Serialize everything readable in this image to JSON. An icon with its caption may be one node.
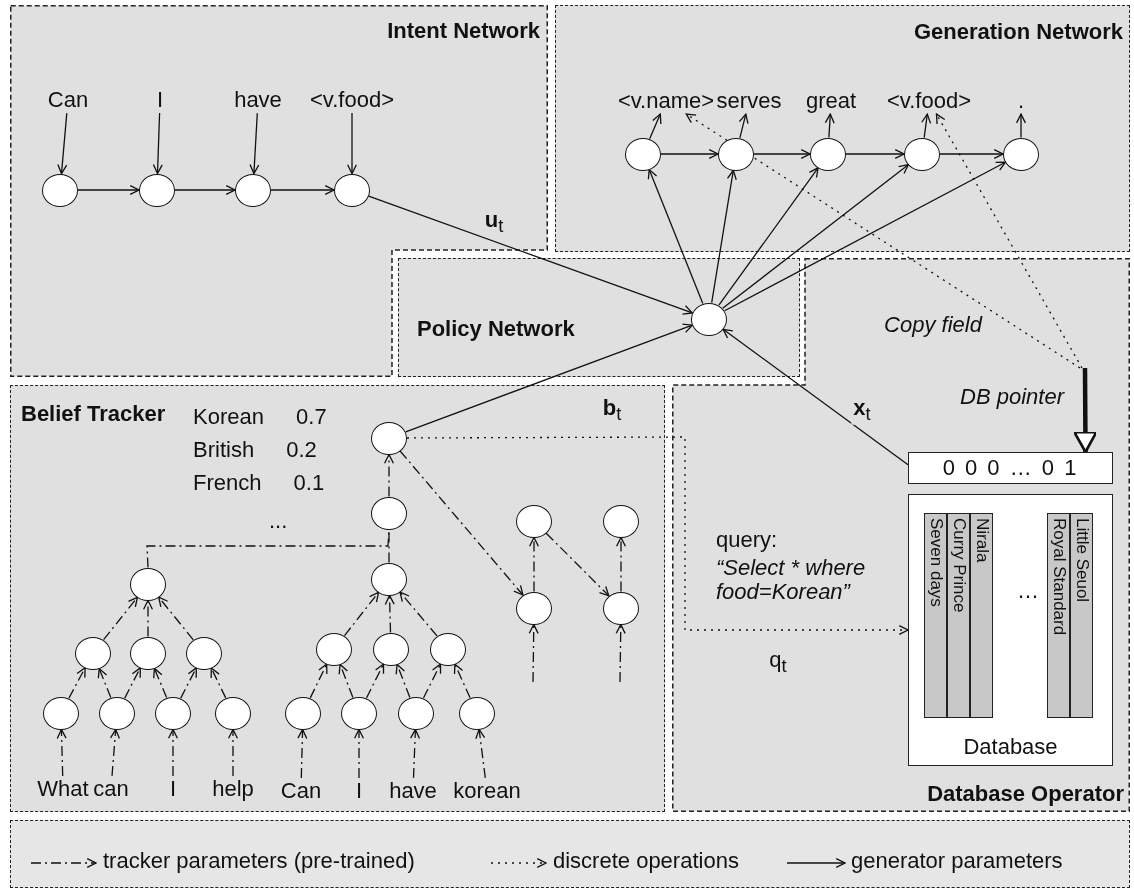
{
  "diagram": {
    "nodes": [
      {
        "text": [
          "Intent Network"
        ]
      },
      {
        "text": [
          "Can"
        ],
        "in": 0
      },
      {
        "text": [
          "I"
        ],
        "in": 0
      },
      {
        "text": [
          "have"
        ],
        "in": 0
      },
      {
        "text": [
          "<v.food>"
        ],
        "in": 0
      },
      {
        "text": [],
        "shape": "circle",
        "in": 0
      },
      {
        "text": [],
        "shape": "circle",
        "in": 0
      },
      {
        "text": [],
        "shape": "circle",
        "in": 0
      },
      {
        "text": [],
        "shape": "circle",
        "in": 0
      },
      {
        "text": [
          "Generation Network"
        ]
      },
      {
        "text": [
          "<v.name>"
        ],
        "in": 9
      },
      {
        "text": [
          "serves"
        ],
        "in": 9
      },
      {
        "text": [
          "great"
        ],
        "in": 9
      },
      {
        "text": [
          "<v.food>"
        ],
        "in": 9
      },
      {
        "text": [
          "."
        ],
        "in": 9
      },
      {
        "text": [],
        "shape": "circle",
        "in": 9
      },
      {
        "text": [],
        "shape": "circle",
        "in": 9
      },
      {
        "text": [],
        "shape": "circle",
        "in": 9
      },
      {
        "text": [],
        "shape": "circle",
        "in": 9
      },
      {
        "text": [],
        "shape": "circle",
        "in": 9
      },
      {
        "text": [
          "Policy Network"
        ]
      },
      {
        "text": [],
        "shape": "circle",
        "in": 20
      },
      {
        "text": [
          "Belief Tracker"
        ]
      },
      {
        "text": [],
        "shape": "circle",
        "in": 22,
        "beside": [
          "Korean 0.7",
          "British 0.2",
          "French 0.1",
          "..."
        ]
      },
      {
        "text": [],
        "shape": "circle",
        "in": 22
      },
      {
        "text": [],
        "shape": "circle",
        "in": 22
      },
      {
        "text": [],
        "shape": "circle",
        "in": 22
      },
      {
        "text": [],
        "shape": "circle",
        "in": 22
      },
      {
        "text": [],
        "shape": "circle",
        "in": 22
      },
      {
        "text": [],
        "shape": "circle",
        "in": 22
      },
      {
        "text": [],
        "shape": "circle",
        "in": 22
      },
      {
        "text": [],
        "shape": "circle",
        "in": 22
      },
      {
        "text": [],
        "shape": "circle",
        "in": 22
      },
      {
        "text": [],
        "shape": "circle",
        "in": 22
      },
      {
        "text": [
          "What"
        ],
        "in": 22
      },
      {
        "text": [
          "can"
        ],
        "in": 22
      },
      {
        "text": [
          "I"
        ],
        "in": 22
      },
      {
        "text": [
          "help"
        ],
        "in": 22
      },
      {
        "text": [],
        "shape": "circle",
        "in": 22
      },
      {
        "text": [],
        "shape": "circle",
        "in": 22
      },
      {
        "text": [],
        "shape": "circle",
        "in": 22
      },
      {
        "text": [],
        "shape": "circle",
        "in": 22
      },
      {
        "text": [],
        "shape": "circle",
        "in": 22
      },
      {
        "text": [],
        "shape": "circle",
        "in": 22
      },
      {
        "text": [],
        "shape": "circle",
        "in": 22
      },
      {
        "text": [
          "Can"
        ],
        "in": 22
      },
      {
        "text": [
          "I"
        ],
        "in": 22
      },
      {
        "text": [
          "have"
        ],
        "in": 22
      },
      {
        "text": [
          "korean"
        ],
        "in": 22
      },
      {
        "text": [],
        "shape": "circle",
        "in": 22
      },
      {
        "text": [],
        "shape": "circle",
        "in": 22
      },
      {
        "text": [],
        "shape": "circle",
        "in": 22
      },
      {
        "text": [],
        "shape": "circle",
        "in": 22
      },
      {
        "text": [
          "Database Operator"
        ]
      },
      {
        "text": [
          "0 0 0 … 0 1"
        ],
        "in": 53
      },
      {
        "text": [
          "Database"
        ],
        "in": 53
      },
      {
        "text": [
          "Seven days"
        ],
        "in": 55
      },
      {
        "text": [
          "Curry Prince"
        ],
        "in": 55
      },
      {
        "text": [
          "Nirala"
        ],
        "in": 55
      },
      {
        "text": [
          "Royal Standard"
        ],
        "in": 55
      },
      {
        "text": [
          "Little Seuol"
        ],
        "in": 55
      }
    ],
    "edges": [
      {
        "from": 1,
        "to": 5,
        "arrow": "to"
      },
      {
        "from": 2,
        "to": 6,
        "arrow": "to"
      },
      {
        "from": 3,
        "to": 7,
        "arrow": "to"
      },
      {
        "from": 4,
        "to": 8,
        "arrow": "to"
      },
      {
        "from": 5,
        "to": 6,
        "arrow": "to"
      },
      {
        "from": 6,
        "to": 7,
        "arrow": "to"
      },
      {
        "from": 7,
        "to": 8,
        "arrow": "to"
      },
      {
        "from": 8,
        "to": 21,
        "arrow": "to",
        "label": "**u**$_{t}$"
      },
      {
        "from": 21,
        "to": 15,
        "arrow": "to"
      },
      {
        "from": 21,
        "to": 16,
        "arrow": "to"
      },
      {
        "from": 21,
        "to": 17,
        "arrow": "to"
      },
      {
        "from": 21,
        "to": 18,
        "arrow": "to"
      },
      {
        "from": 21,
        "to": 19,
        "arrow": "to"
      },
      {
        "from": 15,
        "to": 16,
        "arrow": "to"
      },
      {
        "from": 16,
        "to": 17,
        "arrow": "to"
      },
      {
        "from": 17,
        "to": 18,
        "arrow": "to"
      },
      {
        "from": 18,
        "to": 19,
        "arrow": "to"
      },
      {
        "from": 15,
        "to": 10,
        "arrow": "to"
      },
      {
        "from": 16,
        "to": 11,
        "arrow": "to"
      },
      {
        "from": 17,
        "to": 12,
        "arrow": "to"
      },
      {
        "from": 18,
        "to": 13,
        "arrow": "to"
      },
      {
        "from": 19,
        "to": 14,
        "arrow": "to"
      },
      {
        "from": 23,
        "to": 21,
        "arrow": "to",
        "label": "**b**$_{t}$"
      },
      {
        "from": 54,
        "to": 21,
        "arrow": "to",
        "label": "**x**$_{t}$"
      },
      {
        "from": null,
        "to": 10,
        "arrow": "to",
        "style": "dashed",
        "label": "Copy field"
      },
      {
        "from": null,
        "to": 13,
        "arrow": "to",
        "style": "dashed"
      },
      {
        "from": null,
        "to": 54,
        "arrow": "to",
        "style": "thick",
        "label": "DB pointer"
      },
      {
        "from": 23,
        "to": 55,
        "arrow": "to",
        "style": "dashed",
        "label": "q$_{t}$"
      },
      {
        "from": 34,
        "to": 30,
        "arrow": "to",
        "style": "dashed"
      },
      {
        "from": 35,
        "to": 31,
        "arrow": "to",
        "style": "dashed"
      },
      {
        "from": 36,
        "to": 32,
        "arrow": "to",
        "style": "dashed"
      },
      {
        "from": 37,
        "to": 33,
        "arrow": "to",
        "style": "dashed"
      },
      {
        "from": 30,
        "to": 27,
        "arrow": "to",
        "style": "dashed"
      },
      {
        "from": 31,
        "to": 27,
        "arrow": "to",
        "style": "dashed"
      },
      {
        "from": 31,
        "to": 28,
        "arrow": "to",
        "style": "dashed"
      },
      {
        "from": 32,
        "to": 28,
        "arrow": "to",
        "style": "dashed"
      },
      {
        "from": 32,
        "to": 29,
        "arrow": "to",
        "style": "dashed"
      },
      {
        "from": 33,
        "to": 29,
        "arrow": "to",
        "style": "dashed"
      },
      {
        "from": 27,
        "to": 25,
        "arrow": "to",
        "style": "dashed"
      },
      {
        "from": 28,
        "to": 25,
        "arrow": "to",
        "style": "dashed"
      },
      {
        "from": 29,
        "to": 25,
        "arrow": "to",
        "style": "dashed"
      },
      {
        "from": 45,
        "to": 41,
        "arrow": "to",
        "style": "dashed"
      },
      {
        "from": 46,
        "to": 42,
        "arrow": "to",
        "style": "dashed"
      },
      {
        "from": 47,
        "to": 43,
        "arrow": "to",
        "style": "dashed"
      },
      {
        "from": 48,
        "to": 44,
        "arrow": "to",
        "style": "dashed"
      },
      {
        "from": 41,
        "to": 38,
        "arrow": "to",
        "style": "dashed"
      },
      {
        "from": 42,
        "to": 38,
        "arrow": "to",
        "style": "dashed"
      },
      {
        "from": 42,
        "to": 39,
        "arrow": "to",
        "style": "dashed"
      },
      {
        "from": 43,
        "to": 39,
        "arrow": "to",
        "style": "dashed"
      },
      {
        "from": 43,
        "to": 40,
        "arrow": "to",
        "style": "dashed"
      },
      {
        "from": 44,
        "to": 40,
        "arrow": "to",
        "style": "dashed"
      },
      {
        "from": 38,
        "to": 26,
        "arrow": "to",
        "style": "dashed"
      },
      {
        "from": 39,
        "to": 26,
        "arrow": "to",
        "style": "dashed"
      },
      {
        "from": 40,
        "to": 26,
        "arrow": "to",
        "style": "dashed"
      },
      {
        "from": 25,
        "to": 24,
        "arrow": "none",
        "style": "dashed"
      },
      {
        "from": 26,
        "to": 24,
        "arrow": "none",
        "style": "dashed"
      },
      {
        "from": 24,
        "to": 23,
        "arrow": "to",
        "style": "dashed"
      },
      {
        "from": 23,
        "to": 51,
        "arrow": "to",
        "style": "dashed"
      },
      {
        "from": 51,
        "to": 49,
        "arrow": "to",
        "style": "dashed"
      },
      {
        "from": 49,
        "to": 52,
        "arrow": "to",
        "style": "dashed"
      },
      {
        "from": 52,
        "to": 50,
        "arrow": "to",
        "style": "dashed"
      },
      {
        "from": null,
        "to": 51,
        "arrow": "to",
        "style": "dashed"
      },
      {
        "from": null,
        "to": 52,
        "arrow": "to",
        "style": "dashed"
      }
    ],
    "labels": [
      "…",
      "query:",
      "“Select * where food=Korean”"
    ],
    "legend": [
      {
        "text": "tracker parameters (pre-trained)"
      },
      {
        "text": "discrete operations"
      },
      {
        "text": "generator parameters"
      }
    ]
  }
}
